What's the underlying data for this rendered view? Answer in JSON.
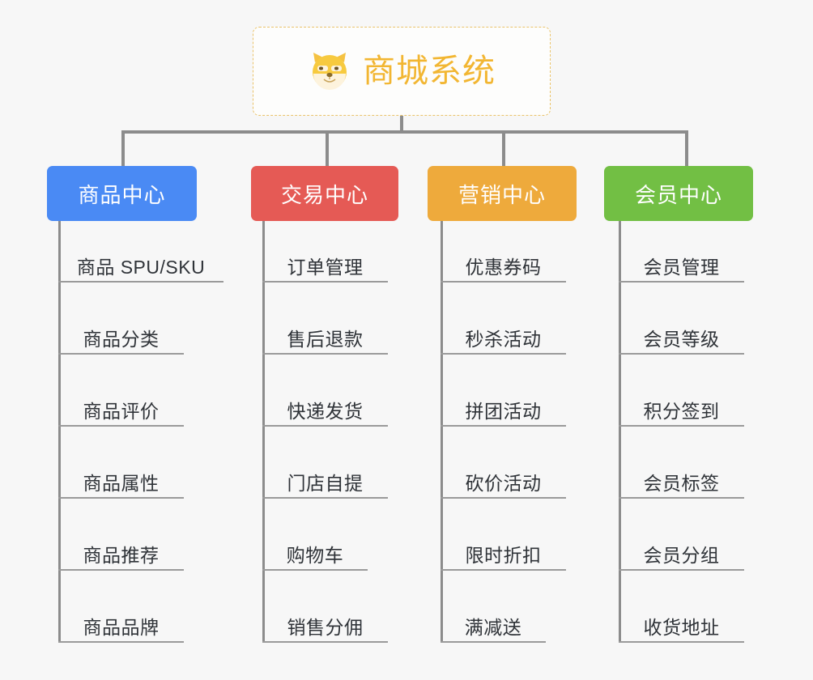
{
  "root": {
    "title": "商城系统",
    "icon": "dog-face-emoji",
    "title_color": "#f2b632",
    "border_color": "#eac36a"
  },
  "connector_color": "#8c8c8c",
  "branches": [
    {
      "title": "商品中心",
      "color": "#4a8af4",
      "items": [
        "商品 SPU/SKU",
        "商品分类",
        "商品评价",
        "商品属性",
        "商品推荐",
        "商品品牌"
      ]
    },
    {
      "title": "交易中心",
      "color": "#e55a55",
      "items": [
        "订单管理",
        "售后退款",
        "快递发货",
        "门店自提",
        "购物车",
        "销售分佣"
      ]
    },
    {
      "title": "营销中心",
      "color": "#eeaa3c",
      "items": [
        "优惠券码",
        "秒杀活动",
        "拼团活动",
        "砍价活动",
        "限时折扣",
        "满减送"
      ]
    },
    {
      "title": "会员中心",
      "color": "#72bf44",
      "items": [
        "会员管理",
        "会员等级",
        "积分签到",
        "会员标签",
        "会员分组",
        "收货地址"
      ]
    }
  ]
}
